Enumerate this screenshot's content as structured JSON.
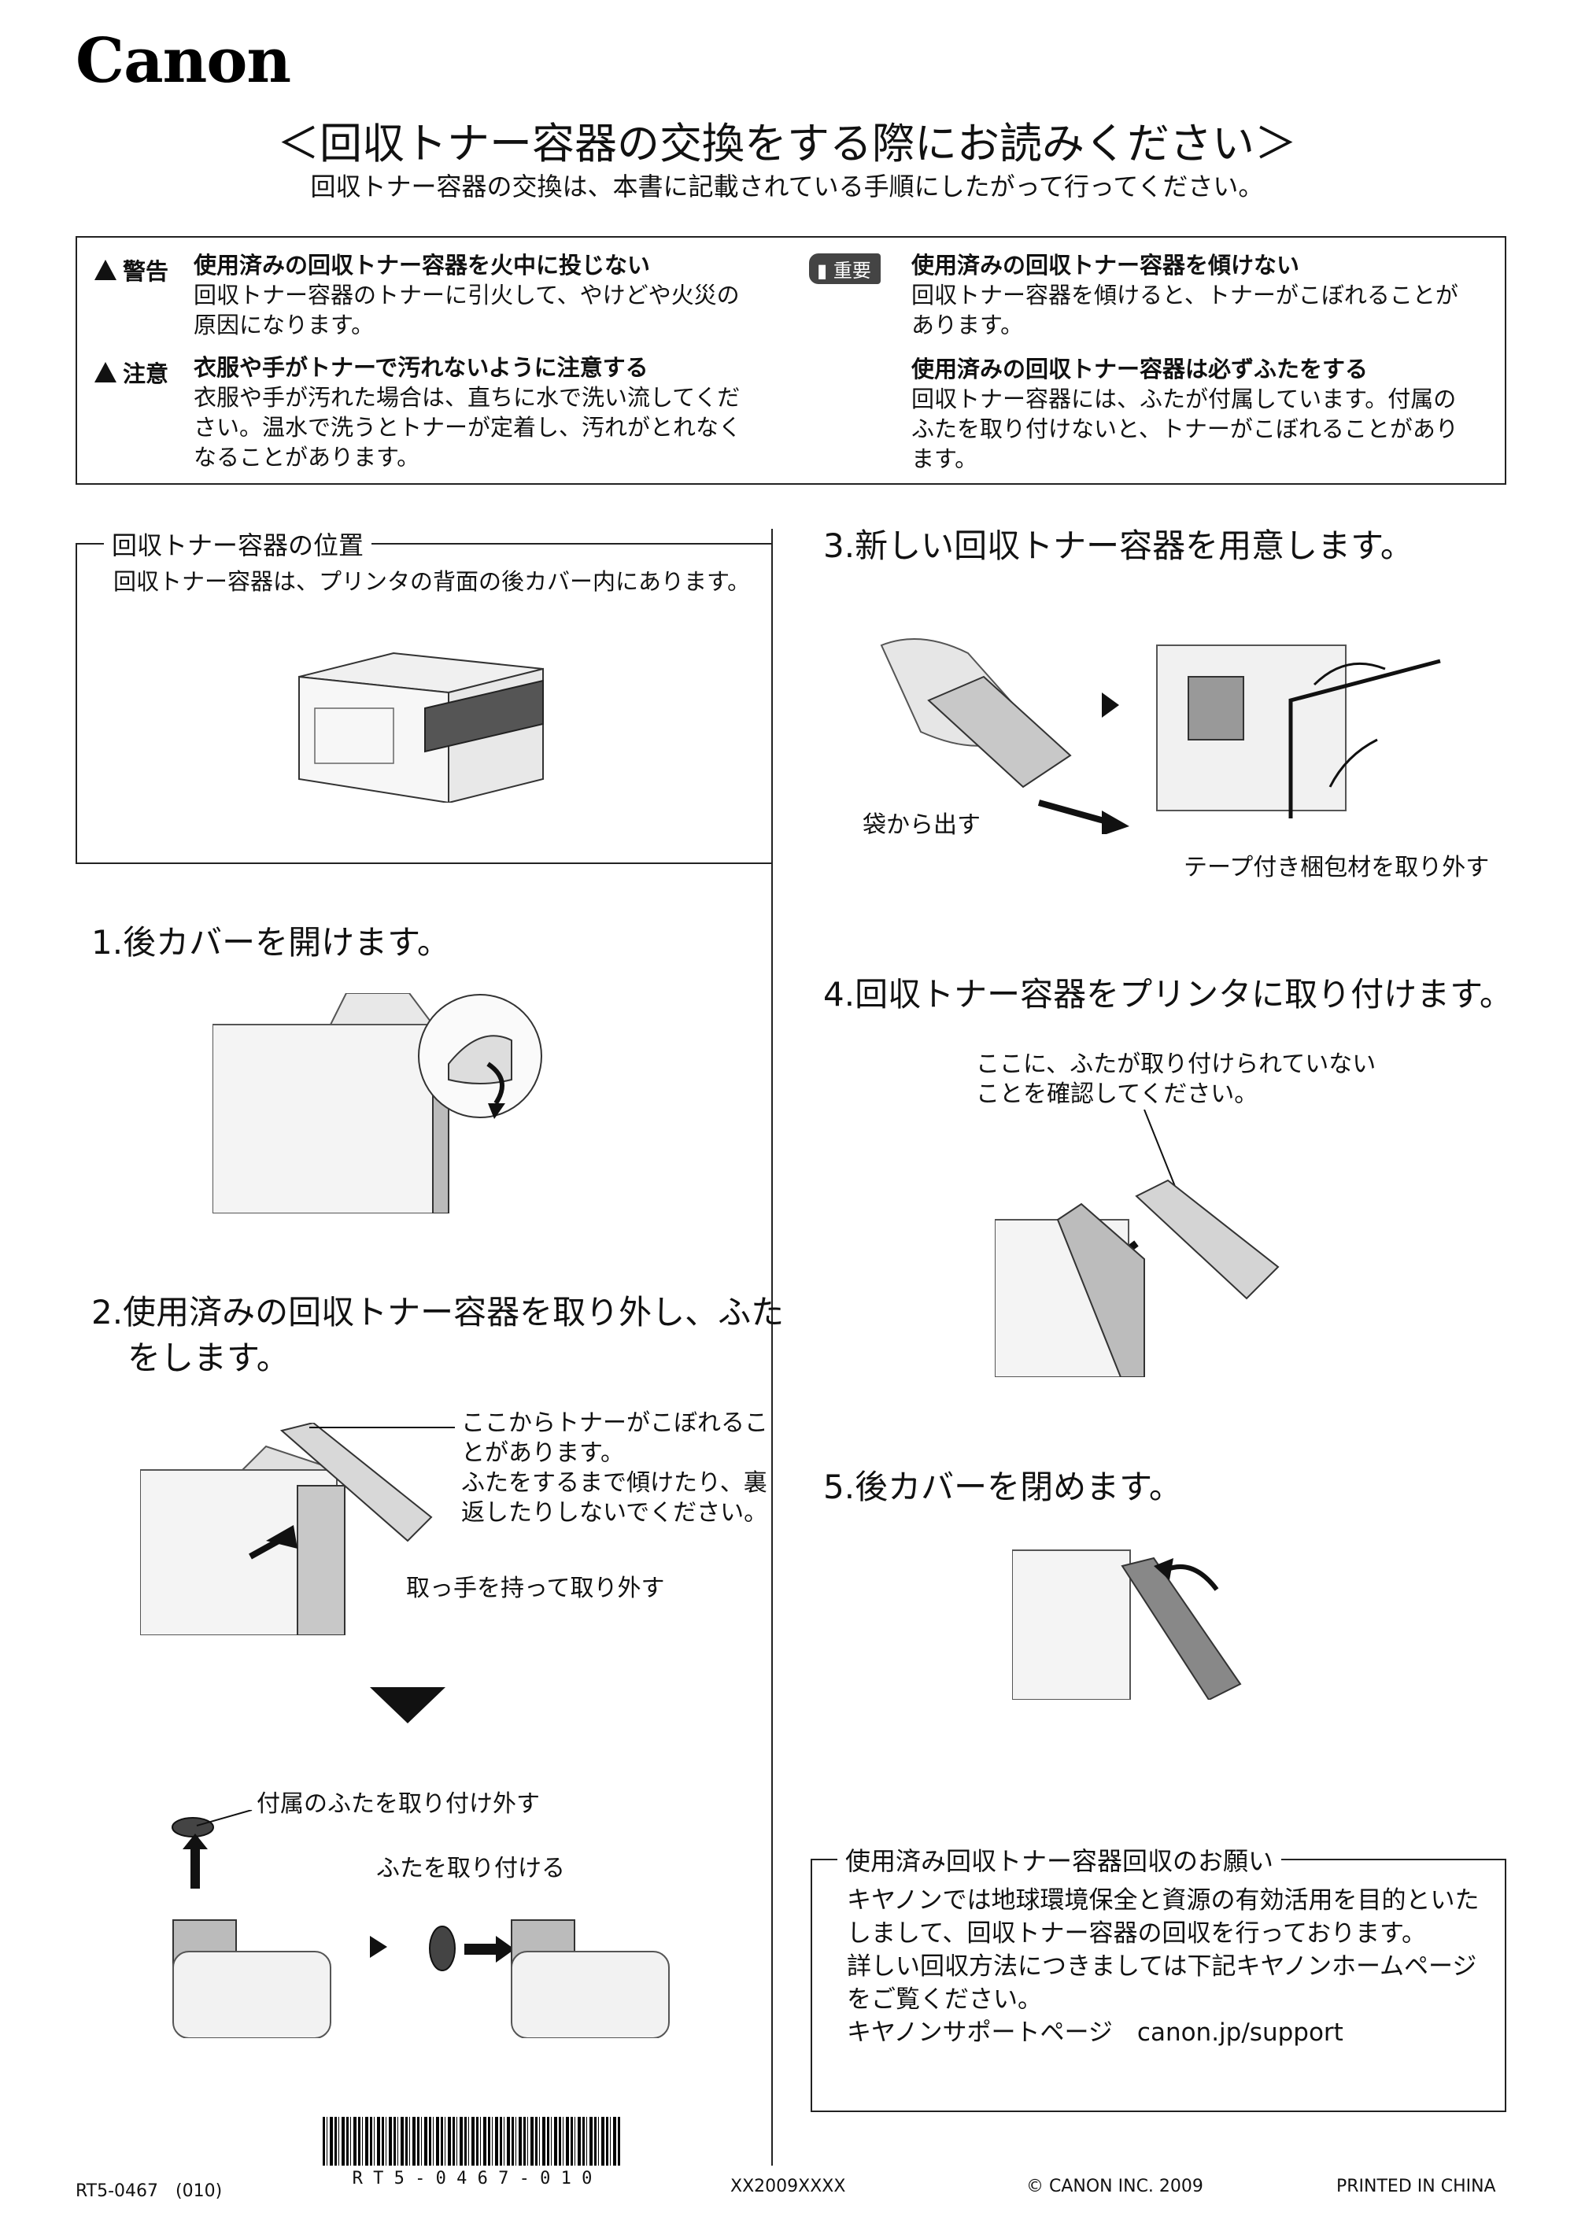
{
  "header": {
    "logo": "Canon",
    "title": "＜回収トナー容器の交換をする際にお読みください＞",
    "subtitle": "回収トナー容器の交換は、本書に記載されている手順にしたがって行ってください。"
  },
  "warnings": {
    "warning": {
      "tag": "警告",
      "head": "使用済みの回収トナー容器を火中に投じない",
      "lines": [
        "回収トナー容器のトナーに引火して、やけどや火災の",
        "原因になります。"
      ]
    },
    "caution": {
      "tag": "注意",
      "head": "衣服や手がトナーで汚れないように注意する",
      "lines": [
        "衣服や手が汚れた場合は、直ちに水で洗い流してくだ",
        "さい。温水で洗うとトナーが定着し、汚れがとれなく",
        "なることがあります。"
      ]
    },
    "important": {
      "tag": "重要",
      "head1": "使用済みの回収トナー容器を傾けない",
      "lines1": [
        "回収トナー容器を傾けると、トナーがこぼれることが",
        "あります。"
      ],
      "head2": "使用済みの回収トナー容器は必ずふたをする",
      "lines2": [
        "回収トナー容器には、ふたが付属しています。付属の",
        "ふたを取り付けないと、トナーがこぼれることがあり",
        "ます。"
      ]
    }
  },
  "location": {
    "legend": "回収トナー容器の位置",
    "text": "回収トナー容器は、プリンタの背面の後カバー内にあります。"
  },
  "steps": {
    "s1": "1.後カバーを開けます。",
    "s2_line1": "2.使用済みの回収トナー容器を取り外し、ふた",
    "s2_line2": "をします。",
    "s2_note": [
      "ここからトナーがこぼれるこ",
      "とがあります。",
      "ふたをするまで傾けたり、裏",
      "返したりしないでください。"
    ],
    "s2_grip": "取っ手を持って取り外す",
    "s2_cap_remove": "付属のふたを取り付け外す",
    "s2_cap_attach": "ふたを取り付ける",
    "s3": "3.新しい回収トナー容器を用意します。",
    "s3_bag": "袋から出す",
    "s3_tape": "テープ付き梱包材を取り外す",
    "s4": "4.回収トナー容器をプリンタに取り付けます。",
    "s4_note": [
      "ここに、ふたが取り付けられていない",
      "ことを確認してください。"
    ],
    "s5": "5.後カバーを閉めます。"
  },
  "recycle": {
    "legend": "使用済み回収トナー容器回収のお願い",
    "lines": [
      "キヤノンでは地球環境保全と資源の有効活用を目的といた",
      "しまして、回収トナー容器の回収を行っております。",
      "詳しい回収方法につきましては下記キヤノンホームページ",
      "をご覧ください。",
      "キヤノンサポートページ　canon.jp/support"
    ]
  },
  "footer": {
    "code": "RT5-0467　(010)",
    "barcode_text": "R T 5 - 0 4 6 7 - 0 1 0",
    "xx": "XX2009XXXX",
    "copyright": "© CANON INC. 2009",
    "printed": "PRINTED IN CHINA"
  }
}
